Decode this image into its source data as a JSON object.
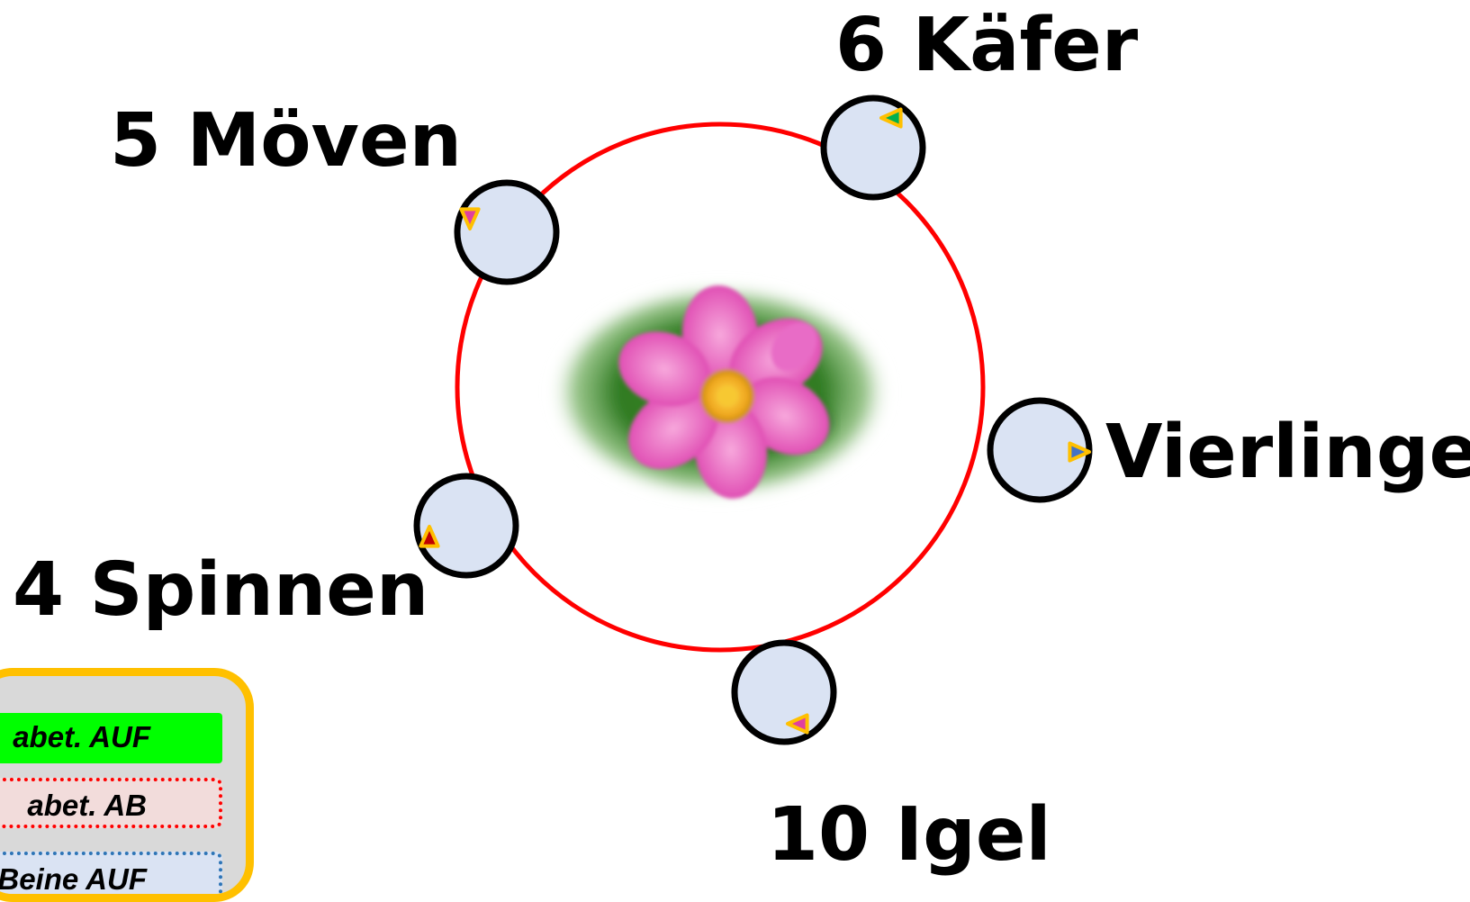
{
  "labels": {
    "kaefer": "6 Käfer",
    "moeven": "5 Möven",
    "vierlinge": "Vierlinge",
    "spinnen": "4 Spinnen",
    "igel": "10 Igel"
  },
  "panel": {
    "button_1": "abet. AUF",
    "button_2": "abet. AB",
    "button_3": "Beine AUF"
  },
  "colors": {
    "ring": "#ff0000",
    "node_fill": "#dae3f3",
    "panel_border": "#ffc000",
    "panel_fill": "#d9d9d9",
    "button_green": "#00ff00",
    "button_red_border": "#ff0000",
    "button_blue_border": "#2e75b6",
    "marker_outline": "#ffc000"
  },
  "nodes": [
    {
      "name": "kaefer",
      "marker_color": "#00b050",
      "marker_dir": "left"
    },
    {
      "name": "moeven",
      "marker_color": "#e040a0",
      "marker_dir": "down"
    },
    {
      "name": "vierlinge",
      "marker_color": "#4472c4",
      "marker_dir": "right"
    },
    {
      "name": "igel",
      "marker_color": "#e040a0",
      "marker_dir": "left"
    },
    {
      "name": "spinnen",
      "marker_color": "#c00000",
      "marker_dir": "up"
    }
  ],
  "center_image": "pink-flower-photo"
}
